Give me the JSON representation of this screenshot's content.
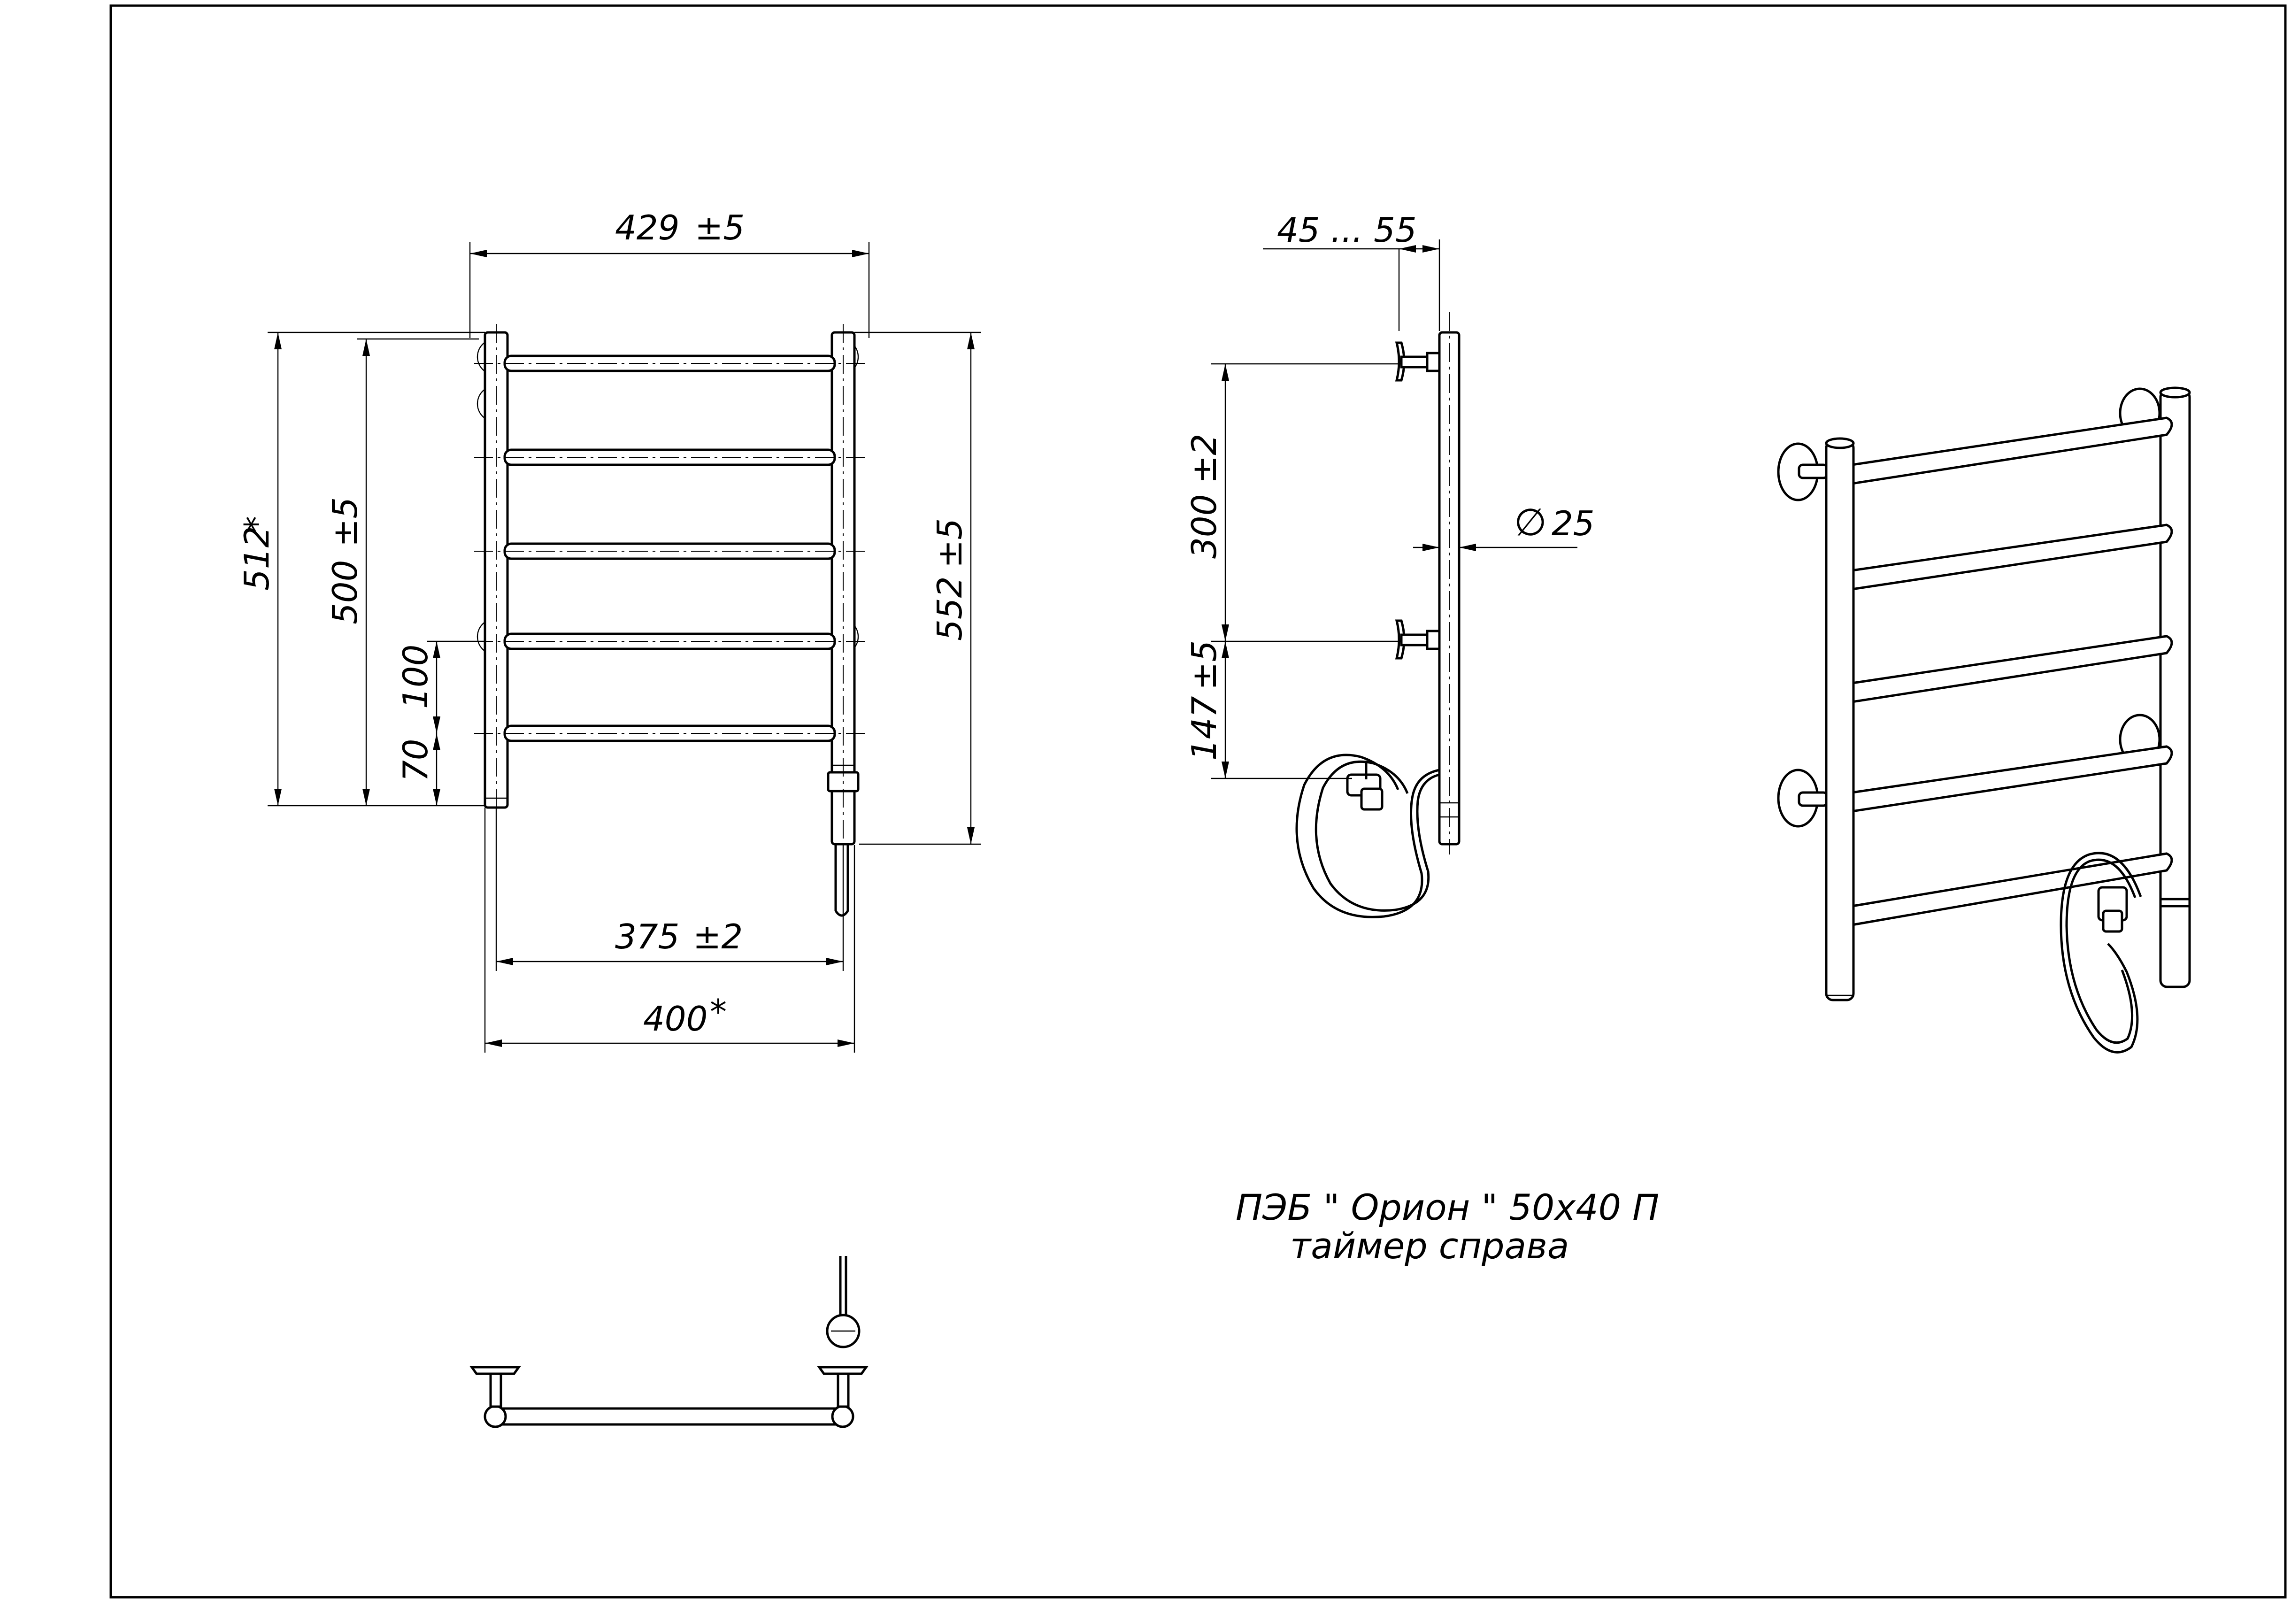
{
  "title": {
    "line1": "ПЭБ \" Орион \" 50х40 П",
    "line2": "таймер справа"
  },
  "front_view": {
    "dim_top_width": "429",
    "dim_top_width_tol": "±5",
    "dim_bottom_inner": "375",
    "dim_bottom_inner_tol": "±2",
    "dim_bottom_outer": "400",
    "dim_bottom_outer_mark": "*",
    "dim_left_total": "512",
    "dim_left_total_mark": "*",
    "dim_left_mount": "500",
    "dim_left_mount_tol": "±5",
    "dim_step_100": "100",
    "dim_step_70": "70",
    "dim_right_total": "552",
    "dim_right_total_tol": "±5"
  },
  "side_view": {
    "dim_offset": "45 ... 55",
    "dim_mount_spacing": "300",
    "dim_mount_spacing_tol": "±2",
    "dim_lower": "147",
    "dim_lower_tol": "±5",
    "dim_tube_diameter_symbol": "∅",
    "dim_tube_diameter": "25"
  },
  "colors": {
    "line": "#000000",
    "background": "#ffffff"
  }
}
